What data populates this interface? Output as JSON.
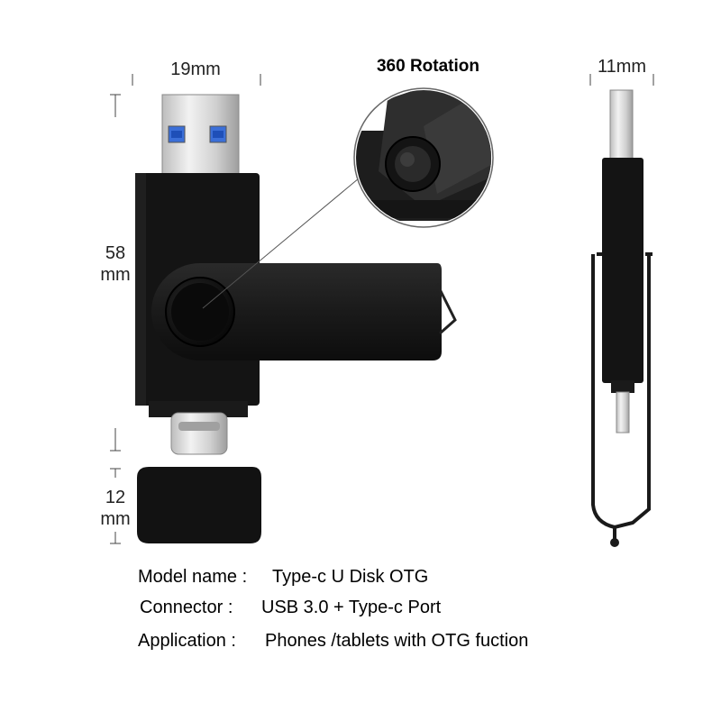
{
  "dimensions": {
    "width_label": "19mm",
    "height_label_line1": "58",
    "height_label_line2": "mm",
    "cap_label_line1": "12",
    "cap_label_line2": "mm",
    "depth_label": "11mm"
  },
  "callout": {
    "title": "360  Rotation"
  },
  "specs": [
    {
      "label": "Model name :",
      "value": "Type-c U Disk OTG"
    },
    {
      "label": "Connector :",
      "value": "USB 3.0 + Type-c Port"
    },
    {
      "label": "Application :",
      "value": "Phones /tablets with OTG fuction"
    }
  ],
  "colors": {
    "body": "#111111",
    "swivel": "#1c1c1c",
    "metal": "#d8d8d8",
    "usb_blue": "#3b6fd8"
  }
}
